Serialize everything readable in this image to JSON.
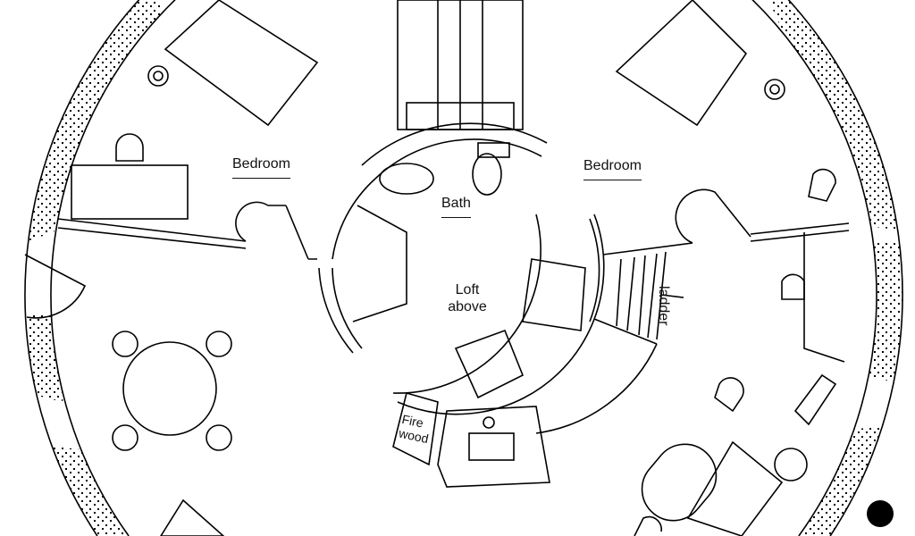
{
  "labels": {
    "bedroom_left": "Bedroom",
    "bedroom_right": "Bedroom",
    "bath": "Bath",
    "loft_line1": "Loft",
    "loft_line2": "above",
    "ladder": "ladder",
    "firewood_line1": "Fire",
    "firewood_line2": "wood"
  }
}
